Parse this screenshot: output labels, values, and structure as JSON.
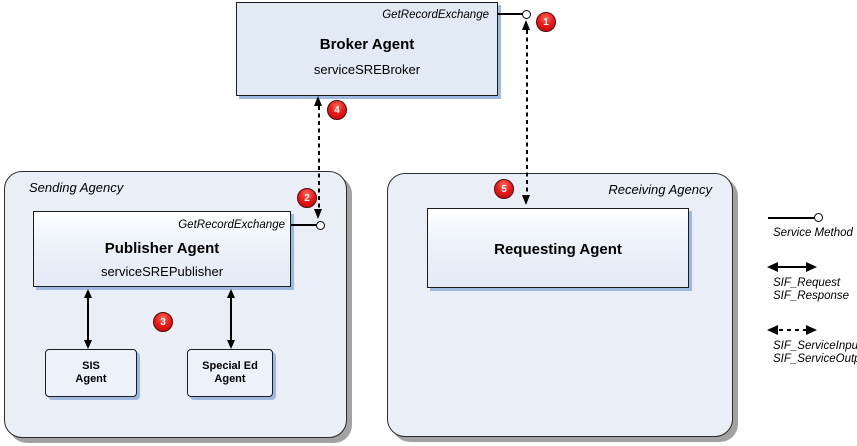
{
  "broker": {
    "name": "Broker Agent",
    "service": "serviceSREBroker",
    "method": "GetRecordExchange"
  },
  "sending": {
    "label": "Sending Agency",
    "publisher": {
      "name": "Publisher Agent",
      "service": "serviceSREPublisher",
      "method": "GetRecordExchange"
    },
    "sis_agent": {
      "line1": "SIS",
      "line2": "Agent"
    },
    "special_ed_agent": {
      "line1": "Special Ed",
      "line2": "Agent"
    }
  },
  "receiving": {
    "label": "Receiving Agency",
    "requesting": {
      "name": "Requesting Agent"
    }
  },
  "badges": {
    "b1": "1",
    "b2": "2",
    "b3": "3",
    "b4": "4",
    "b5": "5"
  },
  "legend": {
    "service_method": {
      "label": "Service Method"
    },
    "request_response": {
      "line1": "SIF_Request",
      "line2": "SIF_Response"
    },
    "service_io": {
      "line1": "SIF_ServiceInput",
      "line2": "SIF_ServiceOutput"
    }
  },
  "colors": {
    "badge_red": "#ec1c1c",
    "agency_fill": "#e9eef7",
    "agent_box_fill": "#e2eaf6",
    "box_shadow_blue": "#9fb8e2",
    "container_shadow_gray": "#a2a2a2",
    "border_dark": "#1c1c1c"
  }
}
